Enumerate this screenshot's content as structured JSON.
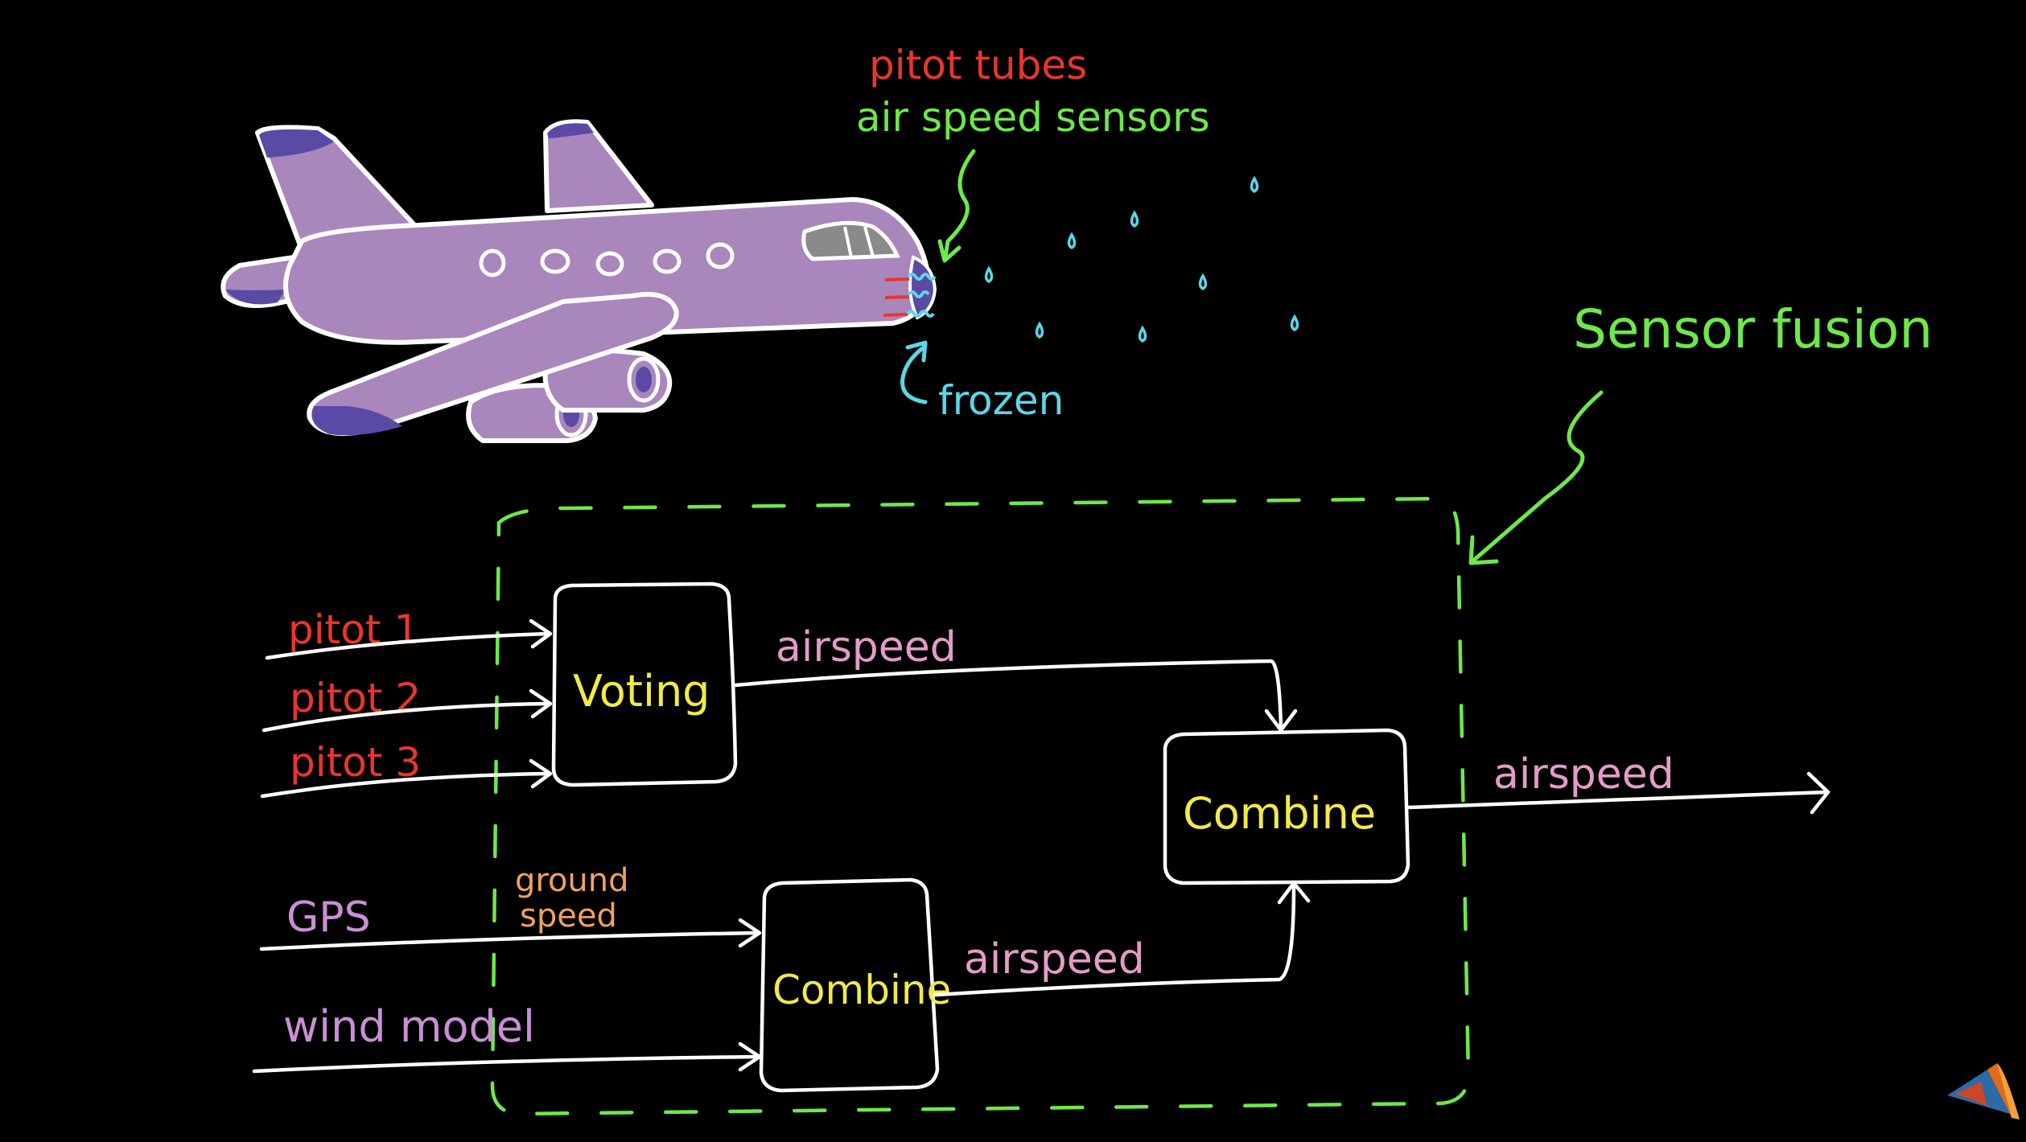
{
  "airplane": {
    "label_pitot_tubes": "pitot tubes",
    "label_air_speed_sensors": "air speed sensors",
    "label_frozen": "frozen",
    "colors": {
      "body": "#a986bc",
      "accent": "#5a4aa6",
      "outline": "#ffffff",
      "ice": "#5cd6e8"
    }
  },
  "sensor_fusion": {
    "title": "Sensor fusion"
  },
  "inputs": {
    "pitot1": "pitot 1",
    "pitot2": "pitot 2",
    "pitot3": "pitot 3",
    "gps": "GPS",
    "wind_model": "wind model",
    "ground_speed_line1": "ground",
    "ground_speed_line2": "speed"
  },
  "blocks": {
    "voting": "Voting",
    "combine_main": "Combine",
    "combine_lower": "Combine"
  },
  "signals": {
    "voting_out": "airspeed",
    "lower_combine_out": "airspeed",
    "final_out": "airspeed"
  },
  "colors": {
    "background": "#000000",
    "red": "#e8362b",
    "green": "#6ee84a",
    "cyan": "#5cd6e8",
    "pink": "#e49bc8",
    "yellow": "#f2ea48",
    "orange": "#f0a25e",
    "purple": "#c98fd6"
  },
  "icons": {
    "corner_logo": "matlab-logo-icon"
  }
}
